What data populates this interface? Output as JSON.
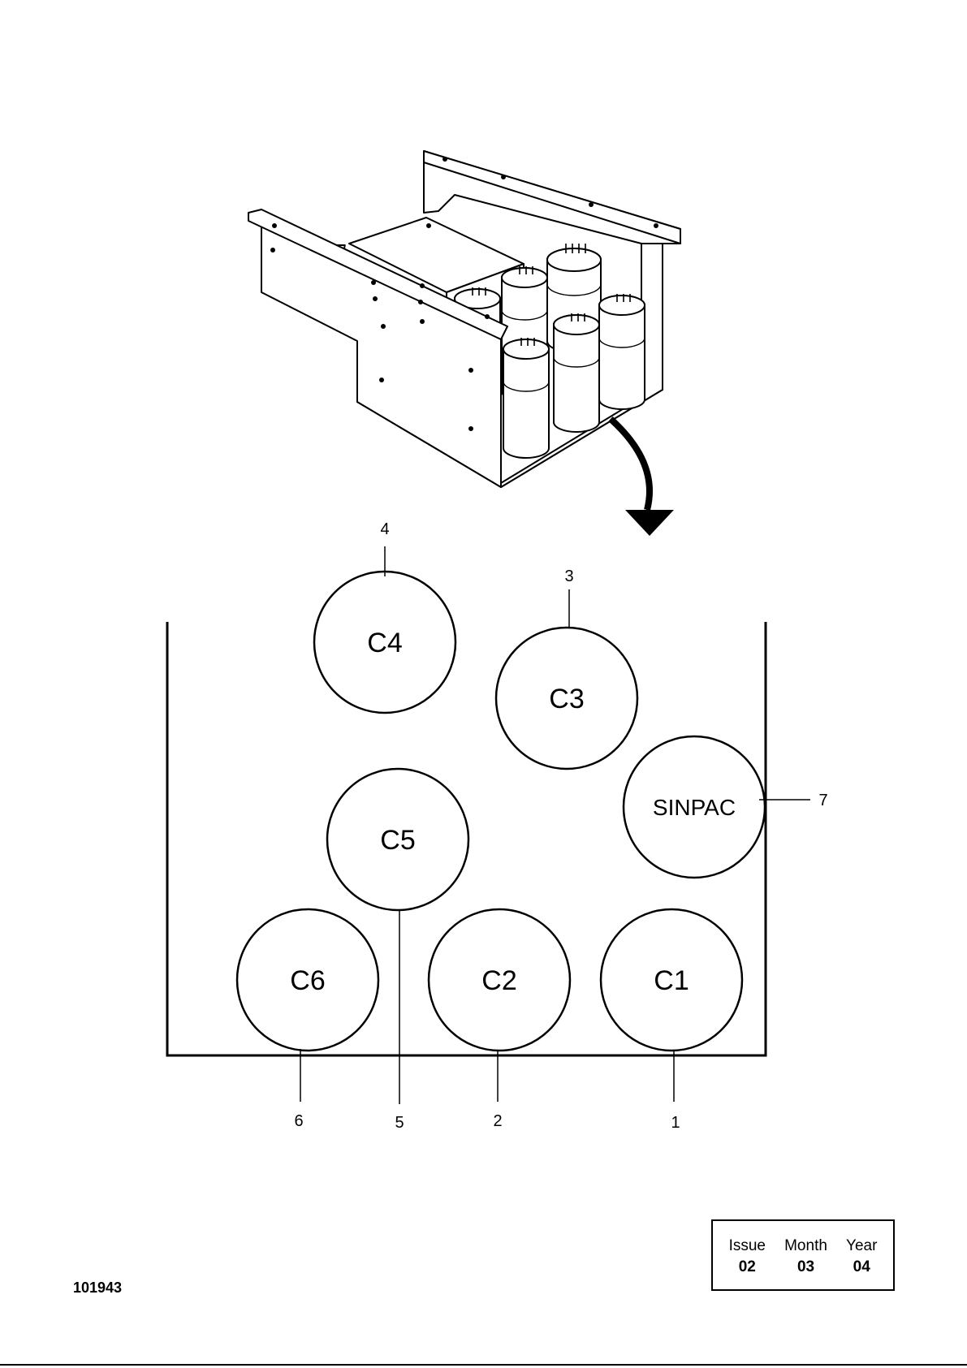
{
  "document": {
    "number": "101943"
  },
  "issue_box": {
    "issue_label": "Issue",
    "month_label": "Month",
    "year_label": "Year",
    "issue_value": "02",
    "month_value": "03",
    "year_value": "04"
  },
  "capacitors": {
    "c1": "C1",
    "c2": "C2",
    "c3": "C3",
    "c4": "C4",
    "c5": "C5",
    "c6": "C6",
    "sinpac": "SINPAC"
  },
  "callouts": {
    "n1": "1",
    "n2": "2",
    "n3": "3",
    "n4": "4",
    "n5": "5",
    "n6": "6",
    "n7": "7"
  }
}
